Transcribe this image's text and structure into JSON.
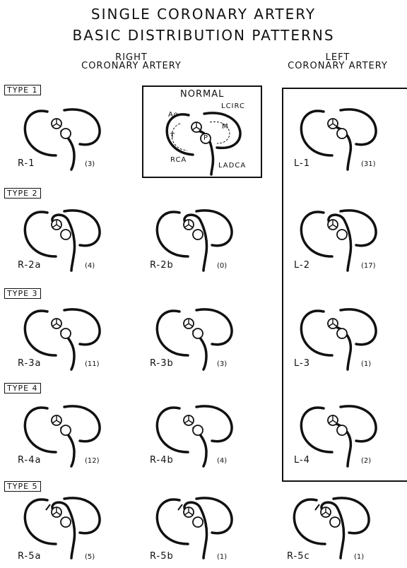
{
  "title_line1": "SINGLE CORONARY ARTERY",
  "title_line2": "BASIC DISTRIBUTION PATTERNS",
  "right_header": [
    "RIGHT",
    "CORONARY ARTERY"
  ],
  "left_header": [
    "LEFT",
    "CORONARY ARTERY"
  ],
  "normal": {
    "title": "NORMAL",
    "labels": {
      "ao": "Ao",
      "lcirc": "LCIRC",
      "t": "T",
      "p": "P",
      "m": "M",
      "rca": "RCA",
      "ladca": "LADCA"
    }
  },
  "types": [
    {
      "label": "TYPE 1",
      "cases": [
        {
          "code": "R-1",
          "count": "(3)"
        },
        {
          "code": "L-1",
          "count": "(31)"
        }
      ]
    },
    {
      "label": "TYPE 2",
      "cases": [
        {
          "code": "R-2a",
          "count": "(4)"
        },
        {
          "code": "R-2b",
          "count": "(0)"
        },
        {
          "code": "L-2",
          "count": "(17)"
        }
      ]
    },
    {
      "label": "TYPE 3",
      "cases": [
        {
          "code": "R-3a",
          "count": "(11)"
        },
        {
          "code": "R-3b",
          "count": "(3)"
        },
        {
          "code": "L-3",
          "count": "(1)"
        }
      ]
    },
    {
      "label": "TYPE 4",
      "cases": [
        {
          "code": "R-4a",
          "count": "(12)"
        },
        {
          "code": "R-4b",
          "count": "(4)"
        },
        {
          "code": "L-4",
          "count": "(2)"
        }
      ]
    },
    {
      "label": "TYPE 5",
      "cases": [
        {
          "code": "R-5a",
          "count": "(5)"
        },
        {
          "code": "R-5b",
          "count": "(1)"
        },
        {
          "code": "R-5c",
          "count": "(1)"
        }
      ]
    }
  ]
}
